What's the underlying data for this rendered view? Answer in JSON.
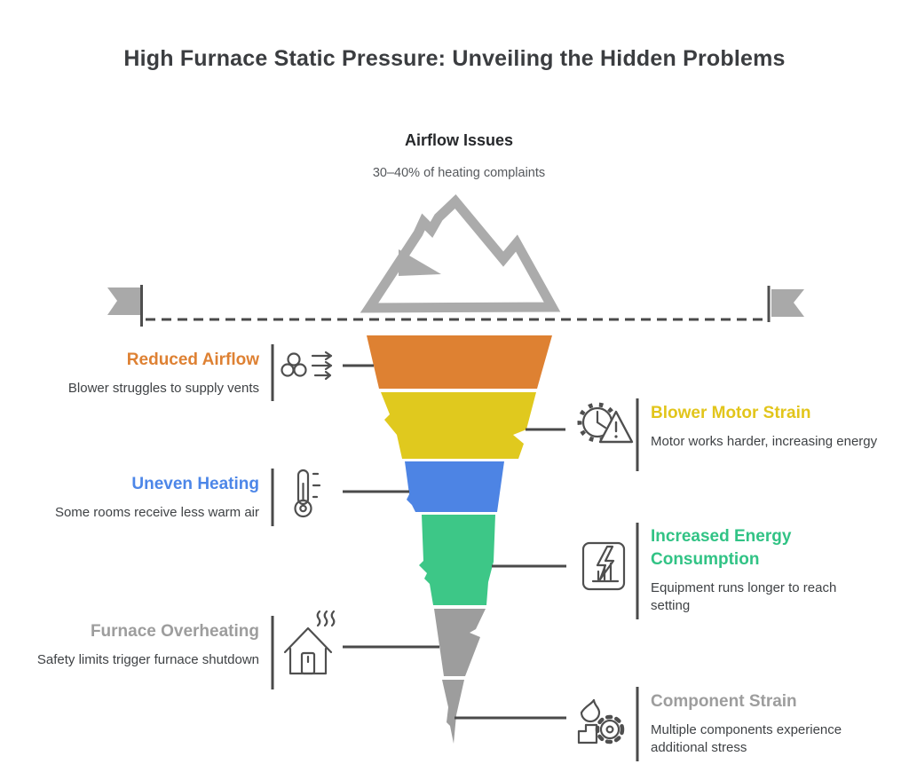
{
  "page": {
    "title": "High Furnace Static Pressure: Unveiling the Hidden Problems"
  },
  "header": {
    "title": "Airflow Issues",
    "subtitle": "30–40% of heating complaints"
  },
  "funnel": {
    "stages": [
      {
        "name": "Reduced Airflow",
        "color": "#DE8132"
      },
      {
        "name": "Blower Motor Strain",
        "color": "#E0C91E"
      },
      {
        "name": "Uneven Heating",
        "color": "#4D84E4"
      },
      {
        "name": "Increased Energy Consumption",
        "color": "#3DC787"
      },
      {
        "name": "Furnace Overheating",
        "color": "#9D9D9D"
      },
      {
        "name": "Component Strain",
        "color": "#9D9D9D"
      }
    ]
  },
  "items": [
    {
      "title": "Reduced Airflow",
      "description": "Blower struggles to supply vents",
      "color": "#DE8133",
      "icon": "fan-icon",
      "side": "left"
    },
    {
      "title": "Blower Motor Strain",
      "description": "Motor works harder, increasing energy",
      "color": "#E2C51B",
      "icon": "gauge-warning-icon",
      "side": "right"
    },
    {
      "title": "Uneven Heating",
      "description": "Some rooms receive less warm air",
      "color": "#4C86E8",
      "icon": "thermometer-icon",
      "side": "left"
    },
    {
      "title": "Increased Energy Consumption",
      "description": "Equipment runs longer to reach setting",
      "color": "#31C385",
      "icon": "energy-report-icon",
      "side": "right"
    },
    {
      "title": "Furnace Overheating",
      "description": "Safety limits trigger furnace shutdown",
      "color": "#9D9D9D",
      "icon": "overheating-house-icon",
      "side": "left"
    },
    {
      "title": "Component Strain",
      "description": "Multiple components experience additional stress",
      "color": "#9D9D9D",
      "icon": "flame-gear-icon",
      "side": "right"
    }
  ],
  "colors": {
    "dashed_line": "#4A4A4A",
    "mountain_gray": "#ABABAB",
    "flag_gray": "#A9A9A9",
    "title_text": "#3B3D40",
    "muted_text": "#55585C",
    "body_text": "#3F4245",
    "icon_stroke": "#4F4F4F"
  }
}
